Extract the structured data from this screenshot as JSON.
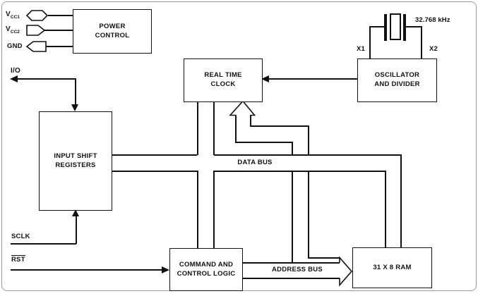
{
  "blocks": {
    "power_control": {
      "line1": "POWER",
      "line2": "CONTROL"
    },
    "real_time_clock": {
      "line1": "REAL TIME",
      "line2": "CLOCK"
    },
    "oscillator": {
      "line1": "OSCILLATOR",
      "line2": "AND DIVIDER"
    },
    "input_shift_registers": {
      "line1": "INPUT SHIFT",
      "line2": "REGISTERS"
    },
    "command_control_logic": {
      "line1": "COMMAND AND",
      "line2": "CONTROL LOGIC"
    },
    "ram": {
      "label": "31 X 8 RAM"
    }
  },
  "pins": {
    "vcc1": {
      "base": "V",
      "sub": "CC1"
    },
    "vcc2": {
      "base": "V",
      "sub": "CC2"
    },
    "gnd": {
      "label": "GND"
    },
    "io": {
      "label": "I/O"
    },
    "sclk": {
      "label": "SCLK"
    },
    "rst": {
      "label": "RST"
    },
    "x1": {
      "label": "X1"
    },
    "x2": {
      "label": "X2"
    }
  },
  "buses": {
    "data_bus": "DATA BUS",
    "address_bus": "ADDRESS BUS"
  },
  "crystal": {
    "frequency": "32.768 kHz"
  },
  "colors": {
    "ink": "#111111",
    "background": "#ffffff",
    "frame": "#9a9a9a"
  }
}
